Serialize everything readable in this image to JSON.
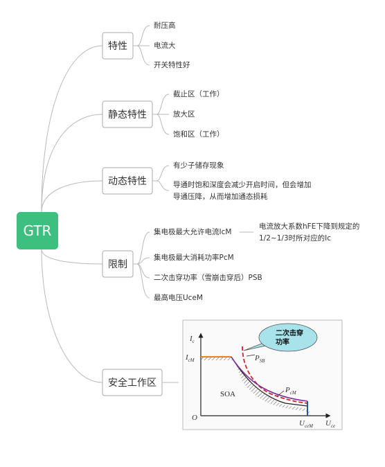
{
  "root": {
    "label": "GTR",
    "color": "#3dbf7f"
  },
  "branches": [
    {
      "id": "char",
      "label": "特性",
      "children": [
        "耐压高",
        "电流大",
        "开关特性好"
      ]
    },
    {
      "id": "static",
      "label": "静态特性",
      "children": [
        "截止区（工作）",
        "放大区",
        "饱和区（工作）"
      ]
    },
    {
      "id": "dynamic",
      "label": "动态特性",
      "children": [
        "有少子储存现象",
        "导通时饱和深度会减少开启时间，但会增加",
        "导通压降，从而增加通态损耗"
      ]
    },
    {
      "id": "limit",
      "label": "限制",
      "children": [
        "集电极最大允许电流IcM",
        "集电极最大消耗功率PcM",
        "二次击穿功率（雪崩击穿后）PSB",
        "最高电压UceM"
      ],
      "note": [
        "电流放大系数hFE下降到规定的",
        "1/2~1/3时所对应的Ic"
      ]
    },
    {
      "id": "soa",
      "label": "安全工作区"
    }
  ],
  "soa_figure": {
    "callout": [
      "二次击穿",
      "功率"
    ],
    "region_label": "SOA",
    "origin": "O",
    "y_axis": {
      "main": "I",
      "sub": "c"
    },
    "x_axis": {
      "main": "U",
      "sub": "ce"
    },
    "icm": {
      "main": "I",
      "sub": "cM"
    },
    "psb": {
      "main": "P",
      "sub": "SB"
    },
    "pcm": {
      "main": "P",
      "sub": "cM"
    },
    "ucem": {
      "main": "U",
      "sub": "ceM"
    },
    "colors": {
      "orange": "#e8821e",
      "red": "#d2222c",
      "purple": "#7a2a9a",
      "blue": "#2255aa",
      "callout": "#a8e3ec"
    }
  }
}
